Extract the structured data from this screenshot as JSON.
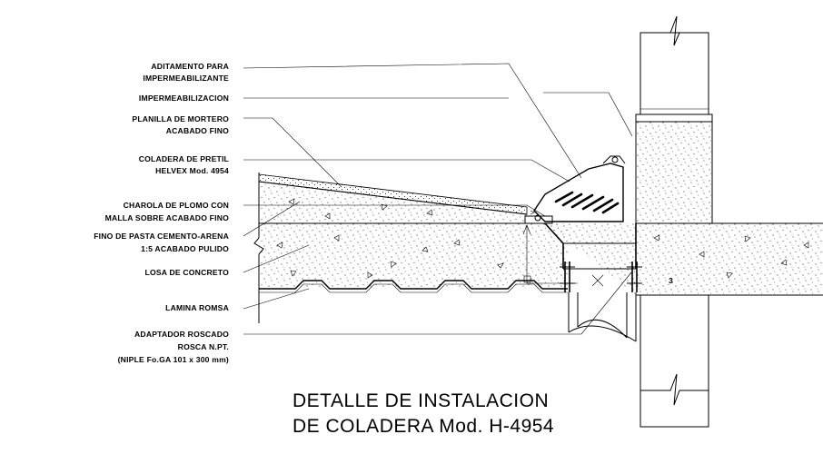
{
  "labels": {
    "aditamento": [
      "ADITAMENTO PARA",
      "IMPERMEABILIZANTE"
    ],
    "impermeabilizacion": [
      "IMPERMEABILIZACION"
    ],
    "planilla": [
      "PLANILLA DE MORTERO",
      "ACABADO FINO"
    ],
    "coladera_pretil": [
      "COLADERA DE PRETIL",
      "HELVEX Mod. 4954"
    ],
    "charola": [
      "CHAROLA DE PLOMO CON",
      "MALLA SOBRE ACABADO FINO"
    ],
    "fino_pasta": [
      "FINO DE PASTA CEMENTO-ARENA",
      "1:5 ACABADO PULIDO"
    ],
    "losa": [
      "LOSA DE CONCRETO"
    ],
    "lamina": [
      "LAMINA ROMSA"
    ],
    "adaptador": [
      "ADAPTADOR ROSCADO",
      "ROSCA N.PT.",
      "(NIPLE Fo.GA 101 x 300 mm)"
    ]
  },
  "dimension_mark": "3",
  "title": {
    "line1": "DETALLE DE INSTALACION",
    "line2": "DE  COLADERA  Mod. H-4954"
  }
}
